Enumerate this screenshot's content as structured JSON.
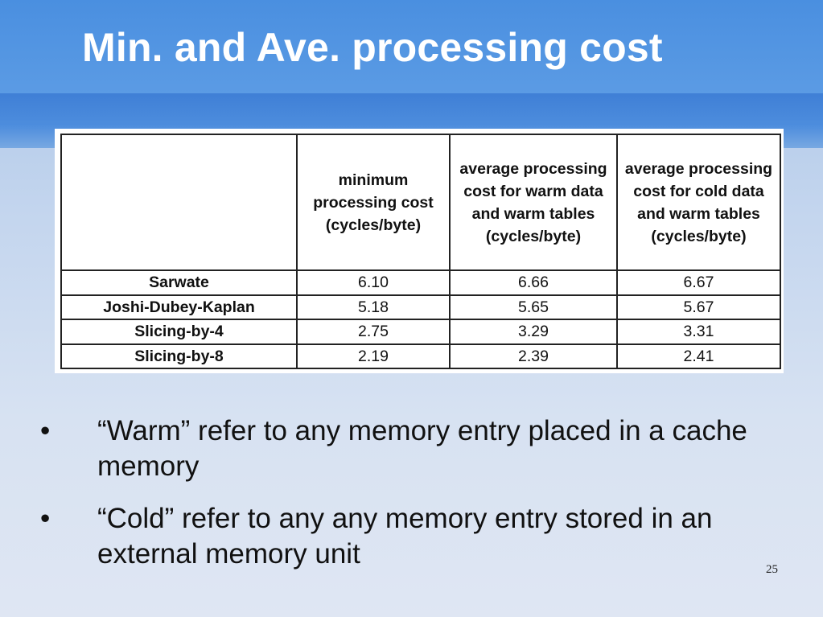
{
  "slide": {
    "title": "Min. and Ave. processing cost",
    "number": "25"
  },
  "table": {
    "headers": [
      "",
      "minimum processing cost (cycles/byte)",
      "average processing cost for warm data and warm tables (cycles/byte)",
      "average processing cost  for cold data and warm tables (cycles/byte)"
    ],
    "rows": [
      [
        "Sarwate",
        "6.10",
        "6.66",
        "6.67"
      ],
      [
        "Joshi-Dubey-Kaplan",
        "5.18",
        "5.65",
        "5.67"
      ],
      [
        "Slicing-by-4",
        "2.75",
        "3.29",
        "3.31"
      ],
      [
        "Slicing-by-8",
        "2.19",
        "2.39",
        "2.41"
      ]
    ]
  },
  "bullets": [
    {
      "marker": "•",
      "text": "“Warm” refer to any memory entry placed in a cache memory"
    },
    {
      "marker": "•",
      "text": "“Cold” refer to any any memory entry stored in an external memory unit"
    }
  ]
}
